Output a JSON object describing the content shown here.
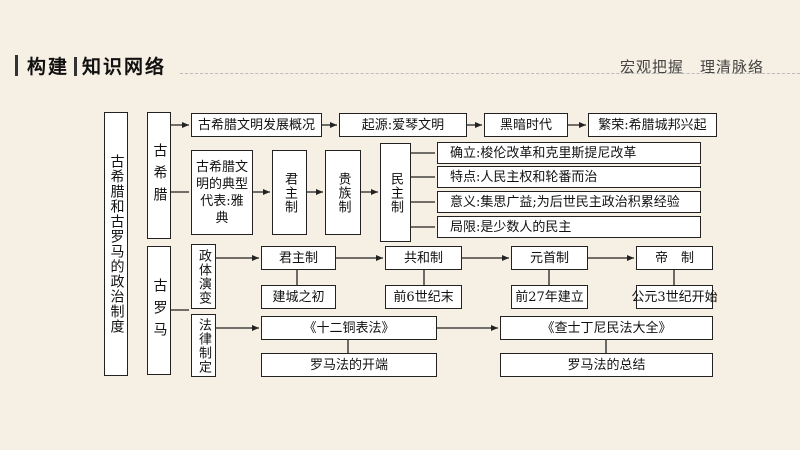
{
  "header": {
    "title_part1": "构建",
    "title_part2": "知识网络",
    "subtitle": "宏观把握　理清脉络"
  },
  "root": "古希腊和古罗马的政治制度",
  "greece": {
    "label": "古希腊",
    "overview": "古希腊文明发展概况",
    "origin": "起源:爱琴文明",
    "dark_age": "黑暗时代",
    "prosperity": "繁荣:希腊城邦兴起",
    "typical": "古希腊文明的典型代表:雅典",
    "monarchy": "君主制",
    "aristocracy": "贵族制",
    "democracy": "民主制",
    "establish": "确立:梭伦改革和克里斯提尼改革",
    "features": "特点:人民主权和轮番而治",
    "significance": "意义:集思广益;为后世民主政治积累经验",
    "limits": "局限:是少数人的民主"
  },
  "rome": {
    "label": "古罗马",
    "evolution": "政体演变",
    "monarchy": "君主制",
    "republic": "共和制",
    "principate": "元首制",
    "empire": "帝　制",
    "monarchy_time": "建城之初",
    "republic_time": "前6世纪末",
    "principate_time": "前27年建立",
    "empire_time": "公元3世纪开始",
    "law": "法律制定",
    "twelve_tables": "《十二铜表法》",
    "corpus": "《查士丁尼民法大全》",
    "law_start": "罗马法的开端",
    "law_summary": "罗马法的总结"
  }
}
